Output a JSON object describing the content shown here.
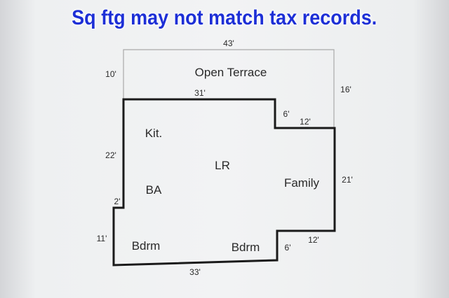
{
  "banner": {
    "text": "Sq ftg may not match tax records."
  },
  "terrace": {
    "label": "Open Terrace",
    "top_dimension": "43'",
    "left_dimension": "10'"
  },
  "dimensions": {
    "interior_top": "31'",
    "right_outer": "16'",
    "step_vertical": "6'",
    "step_horizontal": "12'",
    "left_upper": "22'",
    "left_jog": "2'",
    "left_lower": "11'",
    "family_right": "21'",
    "lower_step_horizontal": "12'",
    "lower_step_vertical": "6'",
    "bottom": "33'"
  },
  "rooms": {
    "kitchen": "Kit.",
    "living_room": "LR",
    "bath": "BA",
    "family": "Family",
    "bedroom_left": "Bdrm",
    "bedroom_right": "Bdrm"
  },
  "colors": {
    "banner_text": "#1d2fd6",
    "wall_line": "#1a1a1a",
    "terrace_line": "#a9a9a9"
  }
}
